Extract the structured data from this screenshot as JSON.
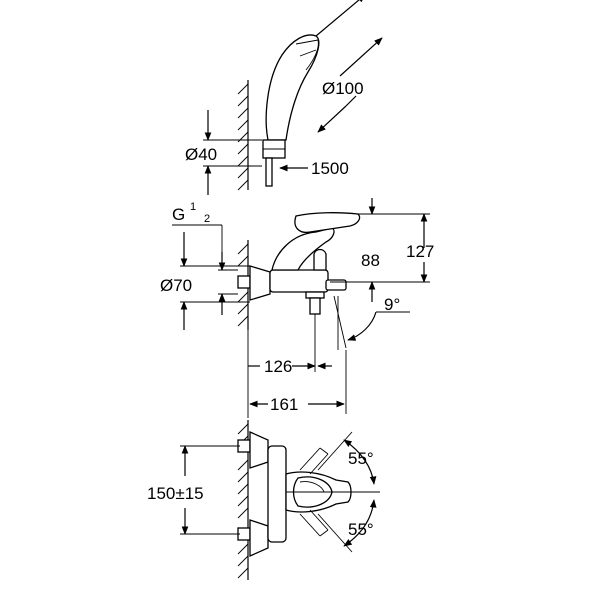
{
  "labels": {
    "head_diameter": "Ø100",
    "hose_diameter": "Ø40",
    "hose_length": "1500",
    "thread": "G",
    "thread_num": "1",
    "thread_den": "2",
    "rosette_diameter": "Ø70",
    "height_88": "88",
    "height_127": "127",
    "angle_spout": "9°",
    "depth_126": "126",
    "depth_161": "161",
    "spacing": "150±15",
    "angle_top": "55°",
    "angle_bottom": "55°"
  }
}
